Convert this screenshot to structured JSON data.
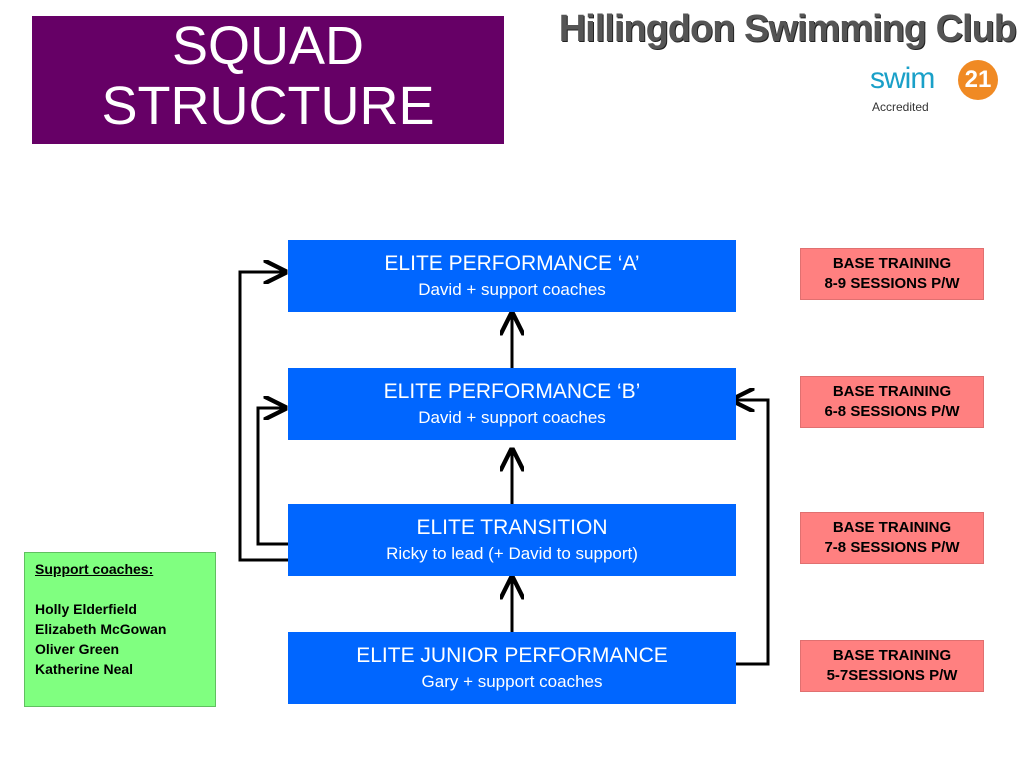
{
  "title": {
    "line1": "SQUAD",
    "line2": "STRUCTURE"
  },
  "club_name": "Hillingdon Swimming Club",
  "logo": {
    "text": "swim",
    "number": "21",
    "sub": "Accredited"
  },
  "squads": [
    {
      "name": "ELITE PERFORMANCE ‘A’",
      "coach": "David + support coaches"
    },
    {
      "name": "ELITE PERFORMANCE ‘B’",
      "coach": "David + support coaches"
    },
    {
      "name": "ELITE TRANSITION",
      "coach": "Ricky to lead (+ David to support)"
    },
    {
      "name": "ELITE JUNIOR PERFORMANCE",
      "coach": "Gary + support coaches"
    }
  ],
  "base_training": [
    {
      "line1": "BASE TRAINING",
      "line2": "8-9 SESSIONS P/W"
    },
    {
      "line1": "BASE TRAINING",
      "line2": "6-8 SESSIONS P/W"
    },
    {
      "line1": "BASE TRAINING",
      "line2": "7-8 SESSIONS P/W"
    },
    {
      "line1": "BASE TRAINING",
      "line2": "5-7SESSIONS P/W"
    }
  ],
  "support_coaches": {
    "heading": "Support coaches:",
    "names": [
      "Holly Elderfield",
      "Elizabeth McGowan",
      "Oliver Green",
      "Katherine Neal"
    ]
  },
  "colors": {
    "title_bg": "#660066",
    "squad_bg": "#0066ff",
    "base_bg": "#ff8080",
    "support_bg": "#80ff80"
  }
}
